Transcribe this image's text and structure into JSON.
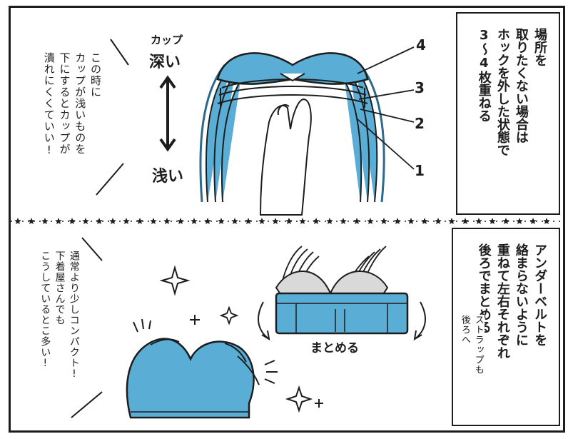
{
  "top_panel": {
    "info_box_text": [
      "場所を",
      "取りたくない場合は",
      "ホックを外した状態で",
      "3～4枚重ねる"
    ],
    "side_note": [
      "この時に",
      "カップが浅いものを",
      "下にするとカップが",
      "潰れにくくていい!"
    ],
    "cup_label": "カップ",
    "deep_label": "深い",
    "shallow_label": "浅い",
    "layer_numbers": [
      "4",
      "3",
      "2",
      "1"
    ]
  },
  "bottom_panel": {
    "info_box_text": [
      "アンダーベルトを",
      "絡まらないように",
      "重ねて左右それぞれ",
      "後ろでまとめる"
    ],
    "strap_note": [
      "ストラップも",
      "後ろへ"
    ],
    "side_note": [
      "通常より少しコンパクト!",
      "下着屋さんでも",
      "こうしているとこ多い!"
    ],
    "caption": "まとめる"
  },
  "colors": {
    "bra_blue": "#5aaed6",
    "bra_dark": "#2c6a8c",
    "line": "#1d1d1d"
  }
}
